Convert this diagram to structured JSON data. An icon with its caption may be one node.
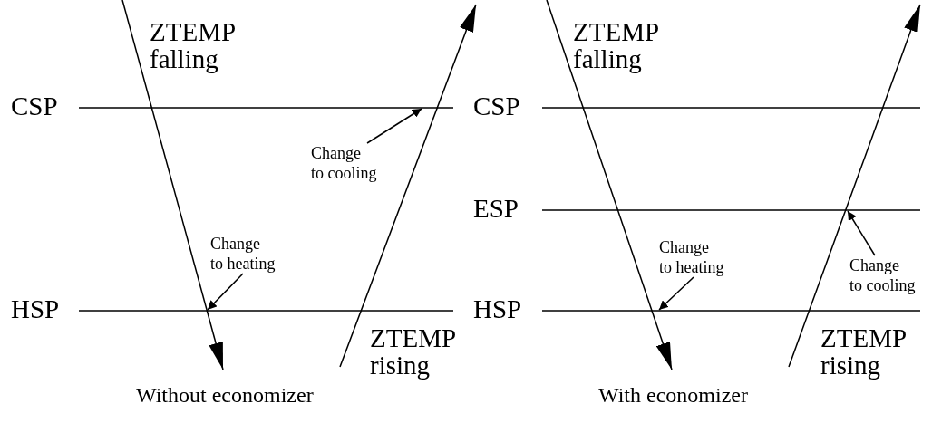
{
  "diagram": {
    "nodes": [
      {
        "text": [
          "Change to cooling"
        ]
      },
      {
        "text": [
          "Change to heating"
        ]
      },
      {
        "text": [
          "Change to heating"
        ]
      },
      {
        "text": [
          "Change to cooling"
        ]
      }
    ],
    "edges": [
      {
        "from": 0,
        "to": null,
        "arrow": "to"
      },
      {
        "from": 1,
        "to": null,
        "arrow": "to"
      },
      {
        "from": 2,
        "to": null,
        "arrow": "to"
      },
      {
        "from": 3,
        "to": null,
        "arrow": "to"
      }
    ],
    "labels": [
      "ZTEMP falling",
      "CSP",
      "HSP",
      "ZTEMP rising",
      "Without economizer",
      "ZTEMP falling",
      "CSP",
      "ESP",
      "HSP",
      "ZTEMP rising",
      "With economizer"
    ]
  }
}
